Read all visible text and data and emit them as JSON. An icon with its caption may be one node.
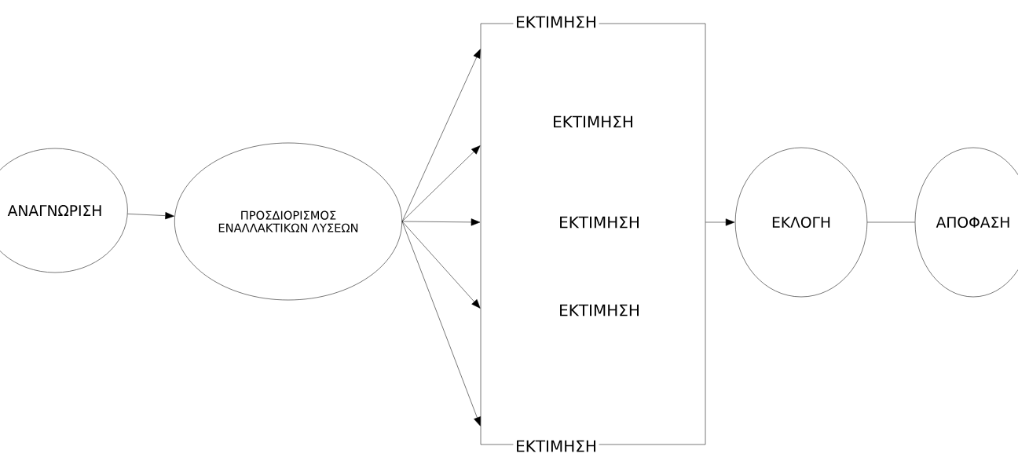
{
  "diagram": {
    "nodes": [
      {
        "text": [
          "ΑΝΑΓΝΩΡΙΣΗ"
        ]
      },
      {
        "text": [
          "ΠΡΟΣΔΙΟΡΙΣΜΟΣ ΕΝΑΛΛΑΚΤΙΚΩΝ ΛΥΣΕΩΝ"
        ]
      },
      {
        "text": [],
        "shape": "box"
      },
      {
        "text": [
          "ΕΚΤΙΜΗΣΗ"
        ]
      },
      {
        "text": [
          "ΕΚΤΙΜΗΣΗ"
        ],
        "in": 2
      },
      {
        "text": [
          "ΕΚΤΙΜΗΣΗ"
        ],
        "in": 2
      },
      {
        "text": [
          "ΕΚΤΙΜΗΣΗ"
        ],
        "in": 2
      },
      {
        "text": [
          "ΕΚΤΙΜΗΣΗ"
        ]
      },
      {
        "text": [
          "ΕΚΛΟΓΗ"
        ]
      },
      {
        "text": [
          "ΑΠΟΦΑΣΗ"
        ]
      }
    ],
    "edges": [
      {
        "from": 0,
        "to": 1,
        "arrow": "to"
      },
      {
        "from": 1,
        "to": 2,
        "arrow": "to"
      },
      {
        "from": 1,
        "to": 2,
        "arrow": "to"
      },
      {
        "from": 1,
        "to": 2,
        "arrow": "to"
      },
      {
        "from": 1,
        "to": 2,
        "arrow": "to"
      },
      {
        "from": 1,
        "to": 2,
        "arrow": "to"
      },
      {
        "from": 2,
        "to": 8,
        "arrow": "to"
      },
      {
        "from": 8,
        "to": 9,
        "arrow": "none"
      }
    ]
  }
}
